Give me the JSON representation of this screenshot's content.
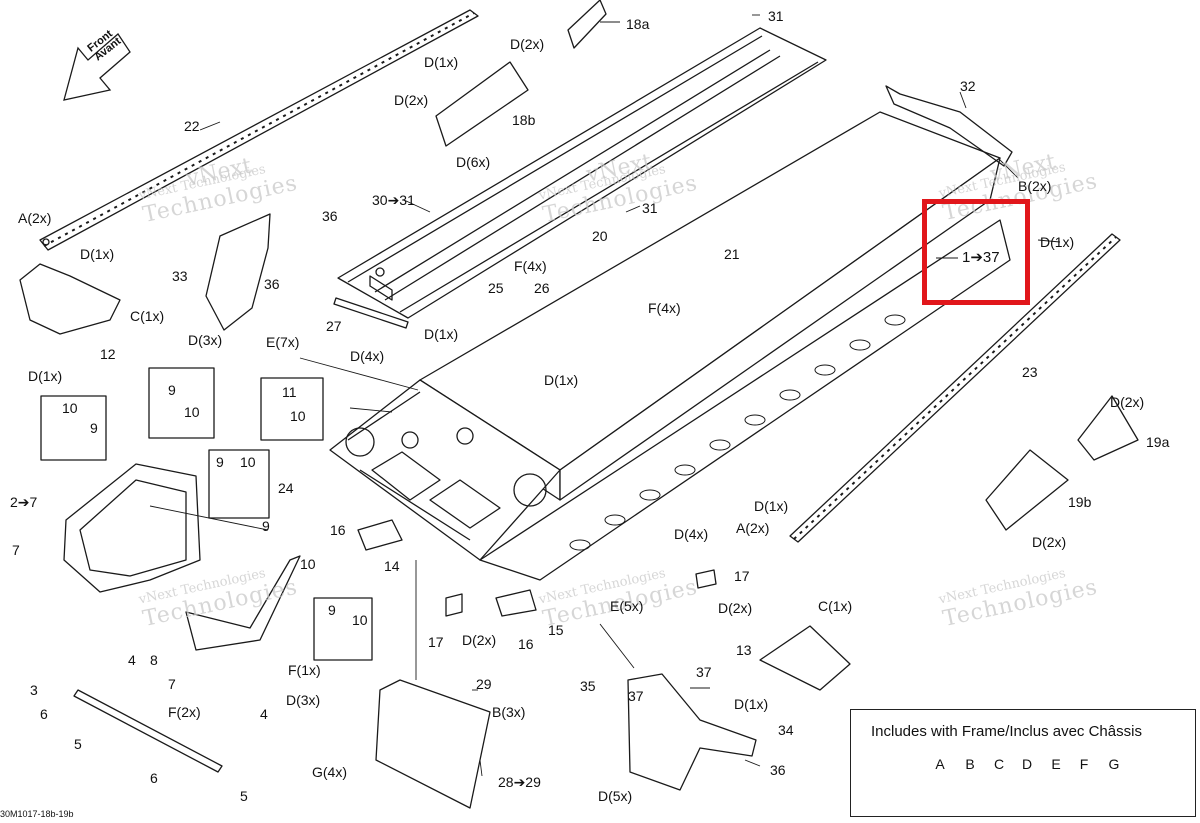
{
  "front_arrow": {
    "line1": "Front",
    "line2": "Avant"
  },
  "watermark": {
    "line1": "vNext Technologies",
    "line2": "Technologies",
    "line3": "vNext"
  },
  "callouts": {
    "c31_top": "31",
    "c18a": "18a",
    "D2x_18a": "D(2x)",
    "D1x_top": "D(1x)",
    "D2x_18b": "D(2x)",
    "c18b": "18b",
    "c22": "22",
    "D6x": "D(6x)",
    "c32": "32",
    "c30_31": "30➔31",
    "c31_mid": "31",
    "B2x": "B(2x)",
    "A2x_left": "A(2x)",
    "D1x_left": "D(1x)",
    "c36_a": "36",
    "c20": "20",
    "F4x_20": "F(4x)",
    "c21": "21",
    "range_1_37": "1➔37",
    "D1x_right": "D(1x)",
    "c33": "33",
    "c36_b": "36",
    "C1x_left": "C(1x)",
    "c25": "25",
    "c26": "26",
    "F4x_21": "F(4x)",
    "c27": "27",
    "D3x_33": "D(3x)",
    "D1x_mid": "D(1x)",
    "c12": "12",
    "E7x": "E(7x)",
    "D4x_mid": "D(4x)",
    "D1x_12": "D(1x)",
    "c23": "23",
    "c9_a": "9",
    "c10_a": "10",
    "D1x_rail": "D(1x)",
    "c11": "11",
    "c10_b": "10",
    "c10_c": "10",
    "c9_b": "9",
    "D2x_19a": "D(2x)",
    "c19a": "19a",
    "c9_c": "9",
    "c10_d": "10",
    "c24": "24",
    "c2_7": "2➔7",
    "c19b": "19b",
    "D1x_19b": "D(1x)",
    "A2x_right": "A(2x)",
    "D4x_right": "D(4x)",
    "c16_a": "16",
    "c9_d": "9",
    "D2x_19b": "D(2x)",
    "c7_a": "7",
    "c10_e": "10",
    "c14": "14",
    "c17_a": "17",
    "E5x": "E(5x)",
    "D2x_17": "D(2x)",
    "c9_e": "9",
    "c10_f": "10",
    "c15": "15",
    "c17_b": "17",
    "D2x_16": "D(2x)",
    "c16_b": "16",
    "C1x_right": "C(1x)",
    "c4_a": "4",
    "c8": "8",
    "F1x": "F(1x)",
    "c13": "13",
    "c7_b": "7",
    "c37_a": "37",
    "c35": "35",
    "c29": "29",
    "c3": "3",
    "D3x_bottom": "D(3x)",
    "c4_b": "4",
    "c37_b": "37",
    "D1x_13": "D(1x)",
    "c6_a": "6",
    "F2x": "F(2x)",
    "B3x": "B(3x)",
    "c5_a": "5",
    "c34": "34",
    "G4x": "G(4x)",
    "c36_c": "36",
    "c6_b": "6",
    "c28_29": "28➔29",
    "c5_b": "5",
    "D5x": "D(5x)"
  },
  "legend": {
    "title": "Includes with Frame/Inclus avec Châssis",
    "items": [
      "A",
      "B",
      "C",
      "D",
      "E",
      "F",
      "G"
    ]
  },
  "footer_code": "30M1017-18b-19b",
  "colors": {
    "highlight": "#e1161b",
    "line": "#1a1a1a",
    "watermark": "#c9c9c9"
  }
}
